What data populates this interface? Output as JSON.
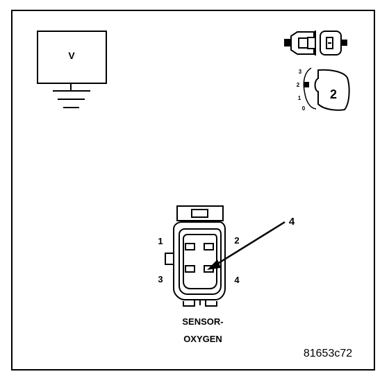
{
  "voltmeter": {
    "label": "V"
  },
  "key_icon": {
    "scale_labels": [
      "3",
      "2",
      "1",
      "0"
    ],
    "position_label": "2"
  },
  "connector": {
    "pin_labels": [
      "1",
      "2",
      "3",
      "4"
    ],
    "callout_label": "4",
    "name_line1": "SENSOR-",
    "name_line2": "OXYGEN"
  },
  "figure_id": "81653c72",
  "colors": {
    "line": "#000000",
    "background": "#ffffff"
  }
}
